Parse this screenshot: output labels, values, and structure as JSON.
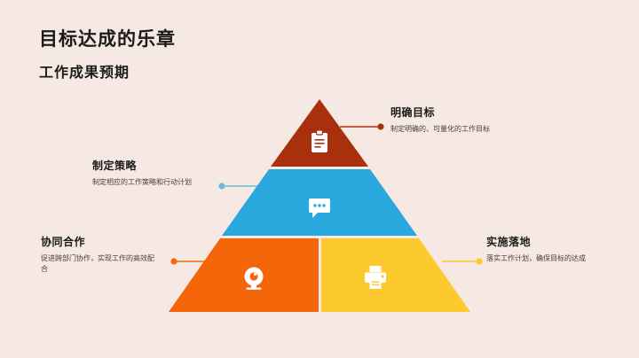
{
  "slide": {
    "title": "目标达成的乐章",
    "subtitle": "工作成果预期",
    "background_color": "#f6e8e3"
  },
  "diagram": {
    "type": "pyramid",
    "tiers": [
      {
        "id": "goal",
        "level": 1,
        "label": "明确目标",
        "description": "制定明确的、可量化的工作目标",
        "color": "#a8300d",
        "icon": "clipboard-icon",
        "connector_side": "right",
        "connector_color": "#a8300d"
      },
      {
        "id": "strategy",
        "level": 2,
        "label": "制定策略",
        "description": "制定相应的工作策略和行动计划",
        "color": "#29a8de",
        "icon": "chat-bubble-icon",
        "connector_side": "left",
        "connector_color": "#6bb9da"
      },
      {
        "id": "collaboration",
        "level": 3,
        "label": "协同合作",
        "description": "促进跨部门协作，实现工作的高效配合",
        "color": "#f5650a",
        "icon": "webcam-icon",
        "connector_side": "left",
        "connector_color": "#f5650a"
      },
      {
        "id": "execution",
        "level": 3,
        "label": "实施落地",
        "description": "落实工作计划，确保目标的达成",
        "color": "#fcc92e",
        "icon": "printer-icon",
        "connector_side": "right",
        "connector_color": "#fcc92e"
      }
    ]
  }
}
